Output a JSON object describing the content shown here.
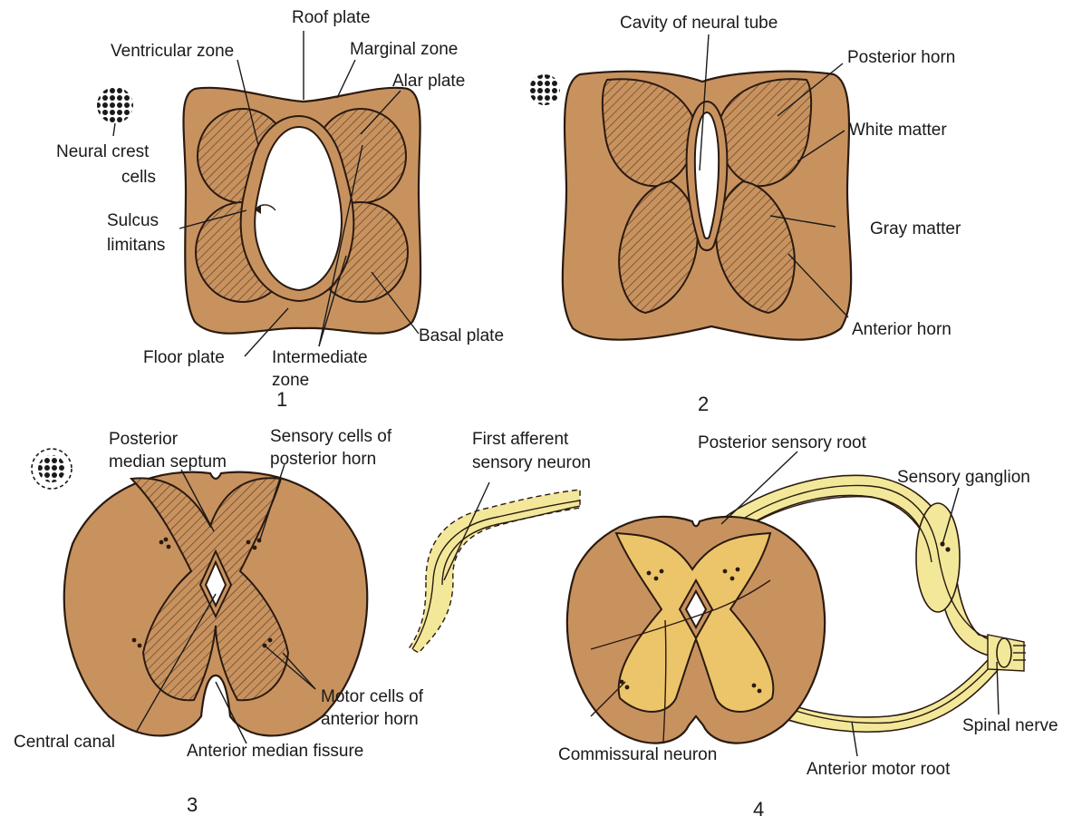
{
  "panels": [
    {
      "number": "1",
      "labels": {
        "roof_plate": "Roof plate",
        "ventricular_zone": "Ventricular zone",
        "marginal_zone": "Marginal zone",
        "alar_plate": "Alar plate",
        "neural_crest_1": "Neural crest",
        "neural_crest_2": "cells",
        "sulcus_1": "Sulcus",
        "sulcus_2": "limitans",
        "basal_plate": "Basal plate",
        "floor_plate": "Floor plate",
        "intermediate_1": "Intermediate",
        "intermediate_2": "zone"
      }
    },
    {
      "number": "2",
      "labels": {
        "cavity": "Cavity of neural tube",
        "posterior_horn": "Posterior horn",
        "white_matter": "White matter",
        "gray_matter": "Gray matter",
        "anterior_horn": "Anterior horn"
      }
    },
    {
      "number": "3",
      "labels": {
        "posterior_1": "Posterior",
        "posterior_2": "median septum",
        "sensory_1": "Sensory cells of",
        "sensory_2": "posterior horn",
        "motor_1": "Motor cells of",
        "motor_2": "anterior horn",
        "central_canal": "Central canal",
        "anterior_fissure": "Anterior median fissure"
      }
    },
    {
      "number": "4",
      "labels": {
        "first_afferent_1": "First afferent",
        "first_afferent_2": "sensory neuron",
        "posterior_root": "Posterior sensory root",
        "sensory_ganglion": "Sensory ganglion",
        "spinal_nerve": "Spinal nerve",
        "commissural": "Commissural neuron",
        "anterior_root": "Anterior motor root"
      }
    }
  ],
  "colors": {
    "tissue": "#c8925f",
    "gray_matter_hatch": "#b07a4a",
    "cord_gray_yellow": "#ecc46a",
    "nerve_yellow": "#f3e89a",
    "outline": "#2a1a10"
  }
}
